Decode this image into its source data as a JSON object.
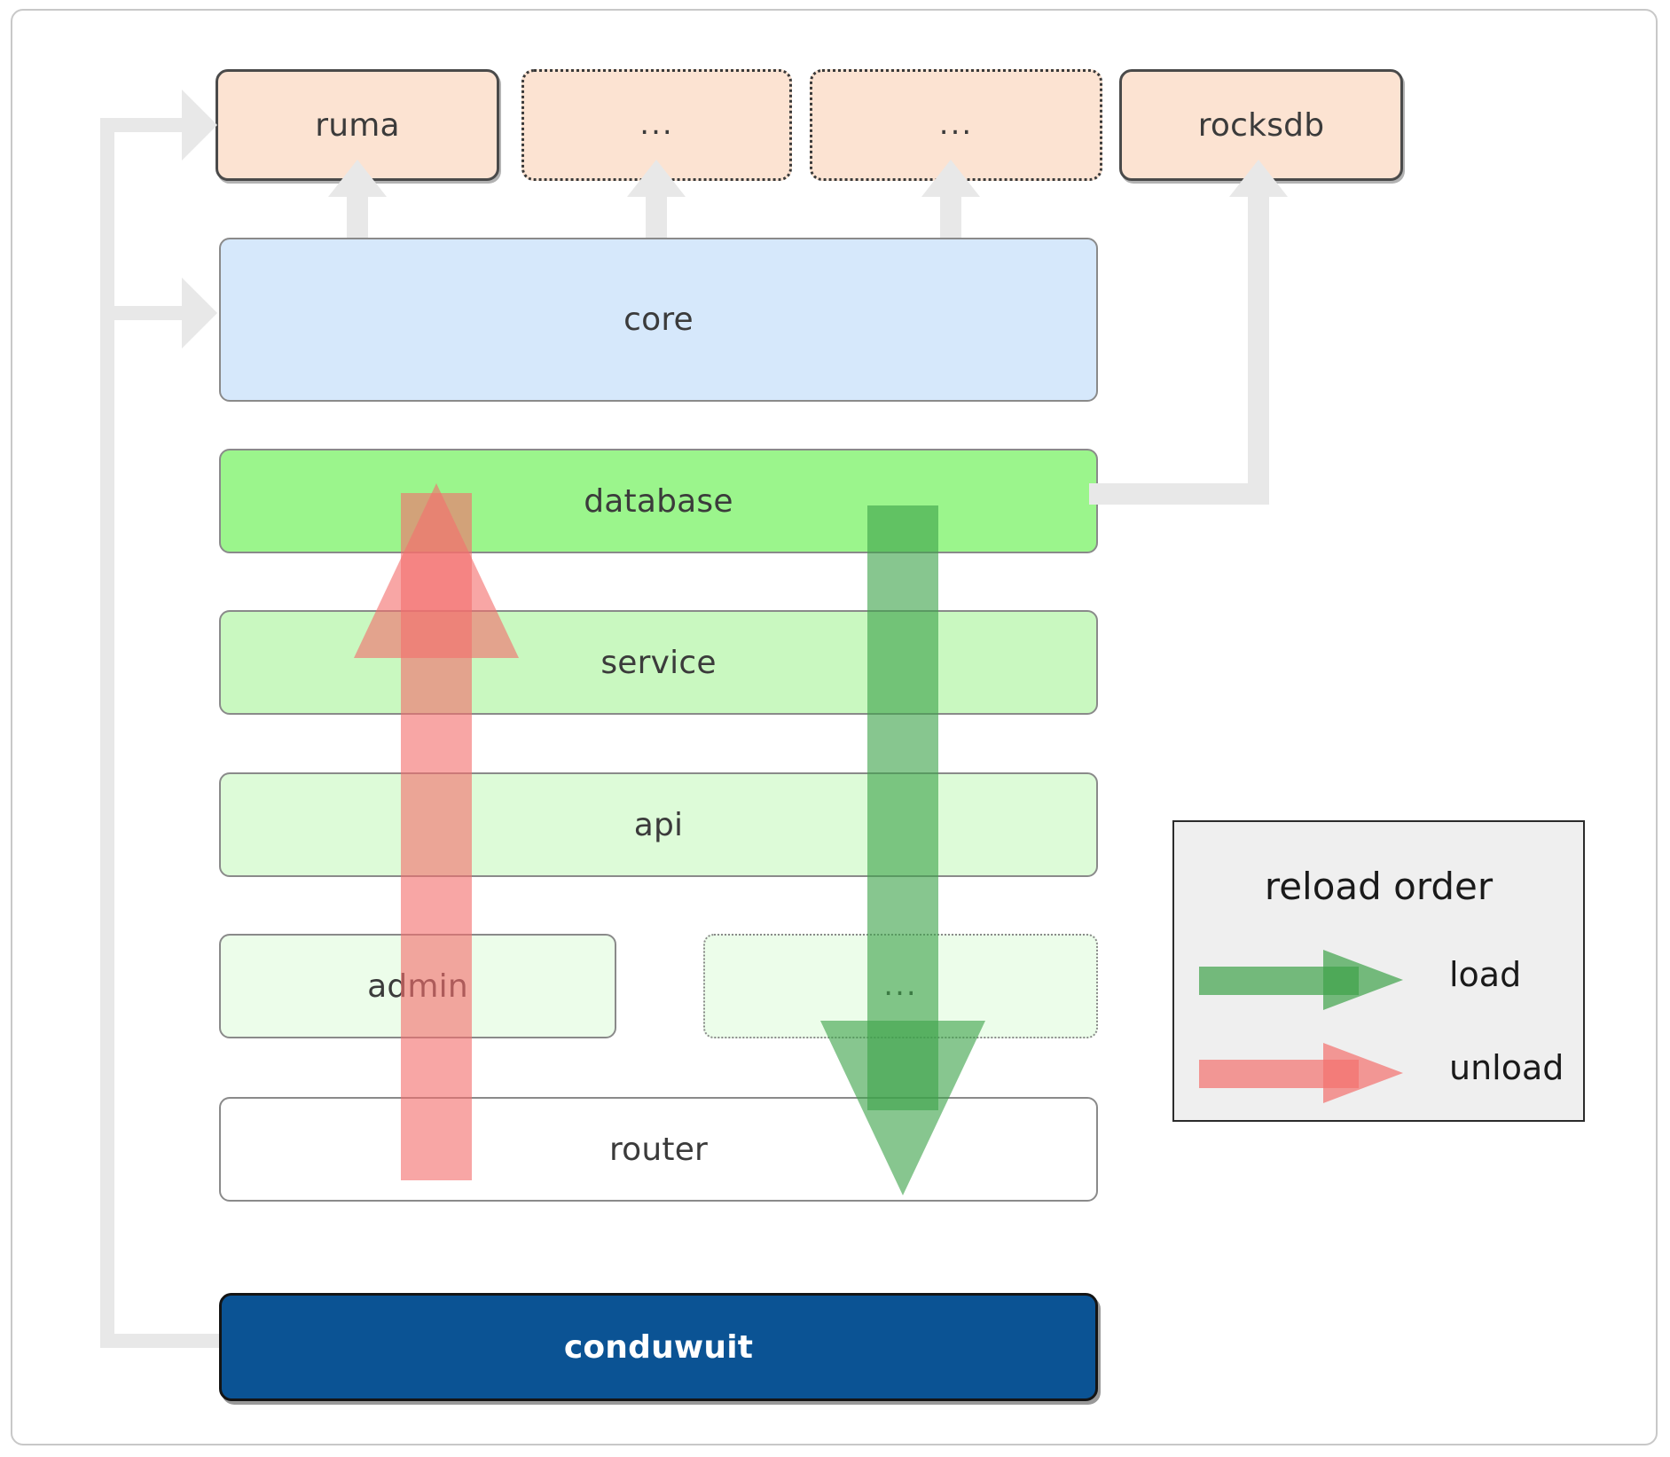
{
  "diagram": {
    "title": "conduwuit crate dependency / reload order diagram",
    "colors": {
      "crate_fill": "#fce3d2",
      "core_fill": "#d6e8fb",
      "database_fill": "#9bf58c",
      "service_fill": "#c9f8c0",
      "api_fill": "#ddfbd8",
      "admin_fill": "#ecfdea",
      "router_fill": "#ffffff",
      "root_fill": "#0b5394",
      "load_arrow": "#3ea34a",
      "unload_arrow": "#f4706e",
      "connector": "#e8e8e8",
      "legend_bg": "#efefef"
    }
  },
  "externals": [
    {
      "id": "ruma",
      "label": "ruma",
      "style": "solid"
    },
    {
      "id": "ext1",
      "label": "...",
      "style": "dotted"
    },
    {
      "id": "ext2",
      "label": "...",
      "style": "dotted"
    },
    {
      "id": "rocksdb",
      "label": "rocksdb",
      "style": "solid"
    }
  ],
  "layers": [
    {
      "id": "core",
      "label": "core",
      "style": "solid"
    },
    {
      "id": "database",
      "label": "database",
      "style": "solid"
    },
    {
      "id": "service",
      "label": "service",
      "style": "solid"
    },
    {
      "id": "api",
      "label": "api",
      "style": "solid"
    },
    {
      "id": "admin",
      "label": "admin",
      "style": "solid"
    },
    {
      "id": "more",
      "label": "...",
      "style": "dotted"
    },
    {
      "id": "router",
      "label": "router",
      "style": "solid"
    }
  ],
  "root": {
    "id": "conduwuit",
    "label": "conduwuit"
  },
  "legend": {
    "title": "reload order",
    "items": [
      {
        "id": "load",
        "label": "load",
        "color": "#3ea34a"
      },
      {
        "id": "unload",
        "label": "unload",
        "color": "#f4706e"
      }
    ]
  }
}
